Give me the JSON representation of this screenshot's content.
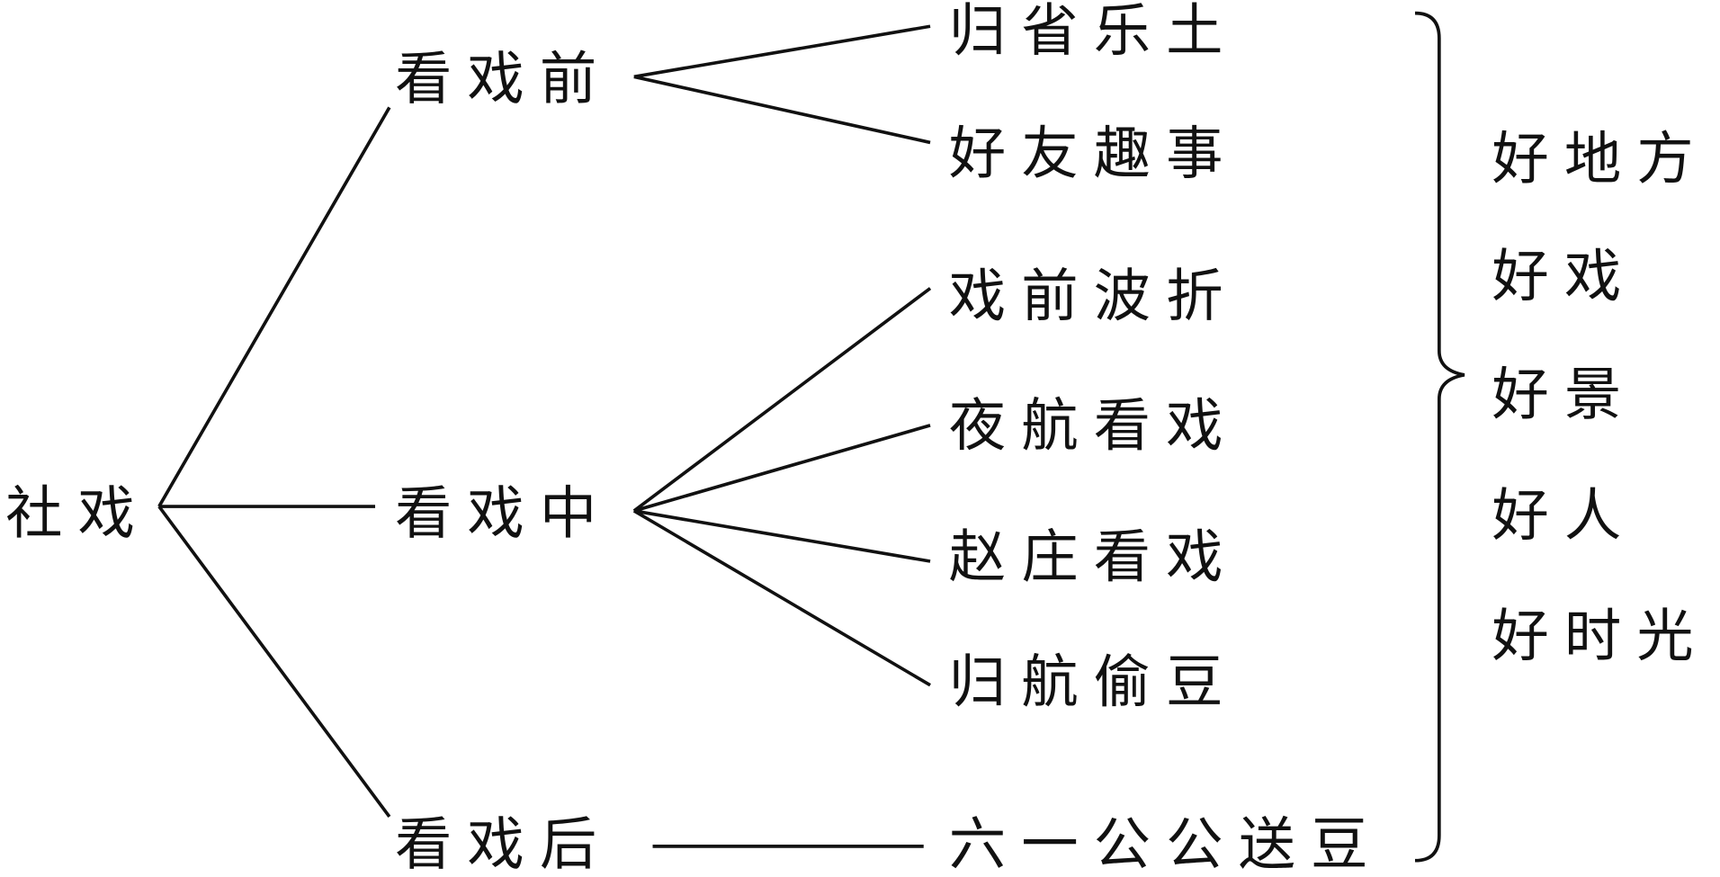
{
  "root": "社戏",
  "branches": [
    {
      "label": "看戏前",
      "leaves": [
        "归省乐土",
        "好友趣事"
      ]
    },
    {
      "label": "看戏中",
      "leaves": [
        "戏前波折",
        "夜航看戏",
        "赵庄看戏",
        "归航偷豆"
      ]
    },
    {
      "label": "看戏后",
      "leaves": [
        "六一公公送豆"
      ]
    }
  ],
  "summary": [
    "好地方",
    "好戏",
    "好景",
    "好人",
    "好时光"
  ]
}
